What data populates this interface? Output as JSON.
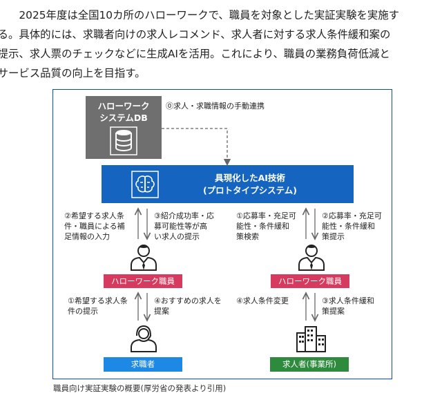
{
  "intro": {
    "line1": "2025年度は全国10カ所のハローワークで、職員を対象とした実証実験を実施す",
    "line2": "る。具体的には、求職者向けの求人レコメンド、求人者に対する求人条件緩和案の",
    "line3": "提示、求人票のチェックなどに生成AIを活用。これにより、職員の業務負荷低減と",
    "line4": "サービス品質の向上を目指す。"
  },
  "diagram": {
    "db": {
      "line1": "ハローワーク",
      "line2": "システムDB"
    },
    "db_link_label": "⓪求人・求職情報の手動連携",
    "ai": {
      "line1": "具現化したAI技術",
      "line2": "(プロトタイプシステム)"
    },
    "left_up": [
      "②希望する求人条",
      "件・職員による補",
      "足情報の入力"
    ],
    "left_down": [
      "③紹介成功率・応",
      "募可能性等が高",
      "い求人の提示"
    ],
    "right_up": [
      "①応募率・充足可",
      "能性・条件緩和",
      "策検索"
    ],
    "right_down": [
      "②応募率・充足可",
      "能性・条件緩和",
      "策提示"
    ],
    "staff_left": "ハローワーク職員",
    "staff_right": "ハローワーク職員",
    "bottom_left_up": [
      "①希望する求人条",
      "件の提示"
    ],
    "bottom_left_down": [
      "④おすすめの求人を",
      "提案"
    ],
    "bottom_right_up": [
      "④求人条件変更"
    ],
    "bottom_right_down": [
      "③求人条件緩和",
      "策提案"
    ],
    "job_seeker": "求職者",
    "employer": "求人者(事業所)"
  },
  "caption": "職員向け実証実験の概要(厚労省の発表より引用)",
  "colors": {
    "frame": "#0a4fb0",
    "ai": "#1565c0",
    "db": "#6f6f6f",
    "staff": "#d63b5f",
    "seeker": "#1e88e5",
    "employer": "#2e8b3e"
  }
}
